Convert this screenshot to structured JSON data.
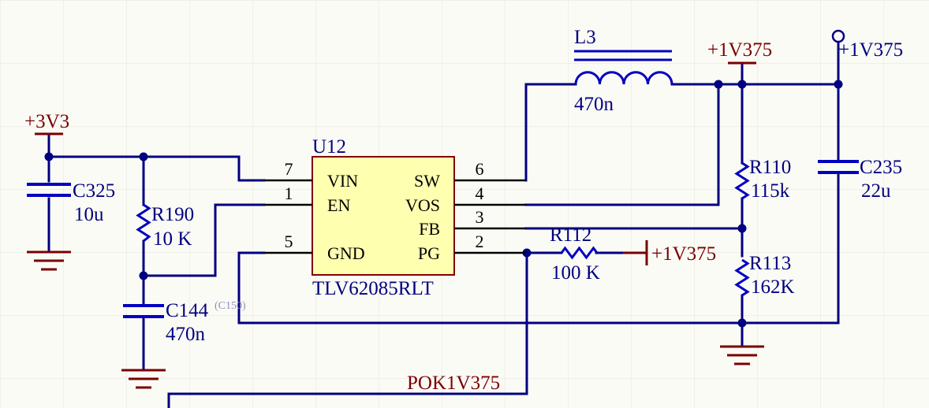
{
  "colors": {
    "background": "#fbfbf6",
    "grid": "#e6e6dc",
    "wire": "#000080",
    "component": "#0000c0",
    "port": "#7a0000",
    "ic_fill": "#ffffb0",
    "ic_border": "#800000",
    "label": "#000080",
    "note": "#9090c0"
  },
  "ic": {
    "designator": "U12",
    "part": "TLV62085RLT",
    "pins_left": [
      {
        "num": "7",
        "name": "VIN"
      },
      {
        "num": "1",
        "name": "EN"
      },
      {
        "num": "5",
        "name": "GND"
      }
    ],
    "pins_right": [
      {
        "num": "6",
        "name": "SW"
      },
      {
        "num": "4",
        "name": "VOS"
      },
      {
        "num": "3",
        "name": "FB"
      },
      {
        "num": "2",
        "name": "PG"
      }
    ]
  },
  "inductor": {
    "designator": "L3",
    "value": "470n"
  },
  "capacitors": [
    {
      "designator": "C325",
      "value": "10u"
    },
    {
      "designator": "C144",
      "value": "470n",
      "note": "(C150)"
    },
    {
      "designator": "C235",
      "value": "22u"
    }
  ],
  "resistors": [
    {
      "designator": "R190",
      "value": "10 K"
    },
    {
      "designator": "R110",
      "value": "115k"
    },
    {
      "designator": "R113",
      "value": "162K"
    },
    {
      "designator": "R112",
      "value": "100 K"
    }
  ],
  "power_ports": {
    "input": "+3V3",
    "output_top": "+1V375",
    "output_pin": "+1V375",
    "pullup": "+1V375"
  },
  "net_labels": {
    "power_good": "POK1V375"
  }
}
